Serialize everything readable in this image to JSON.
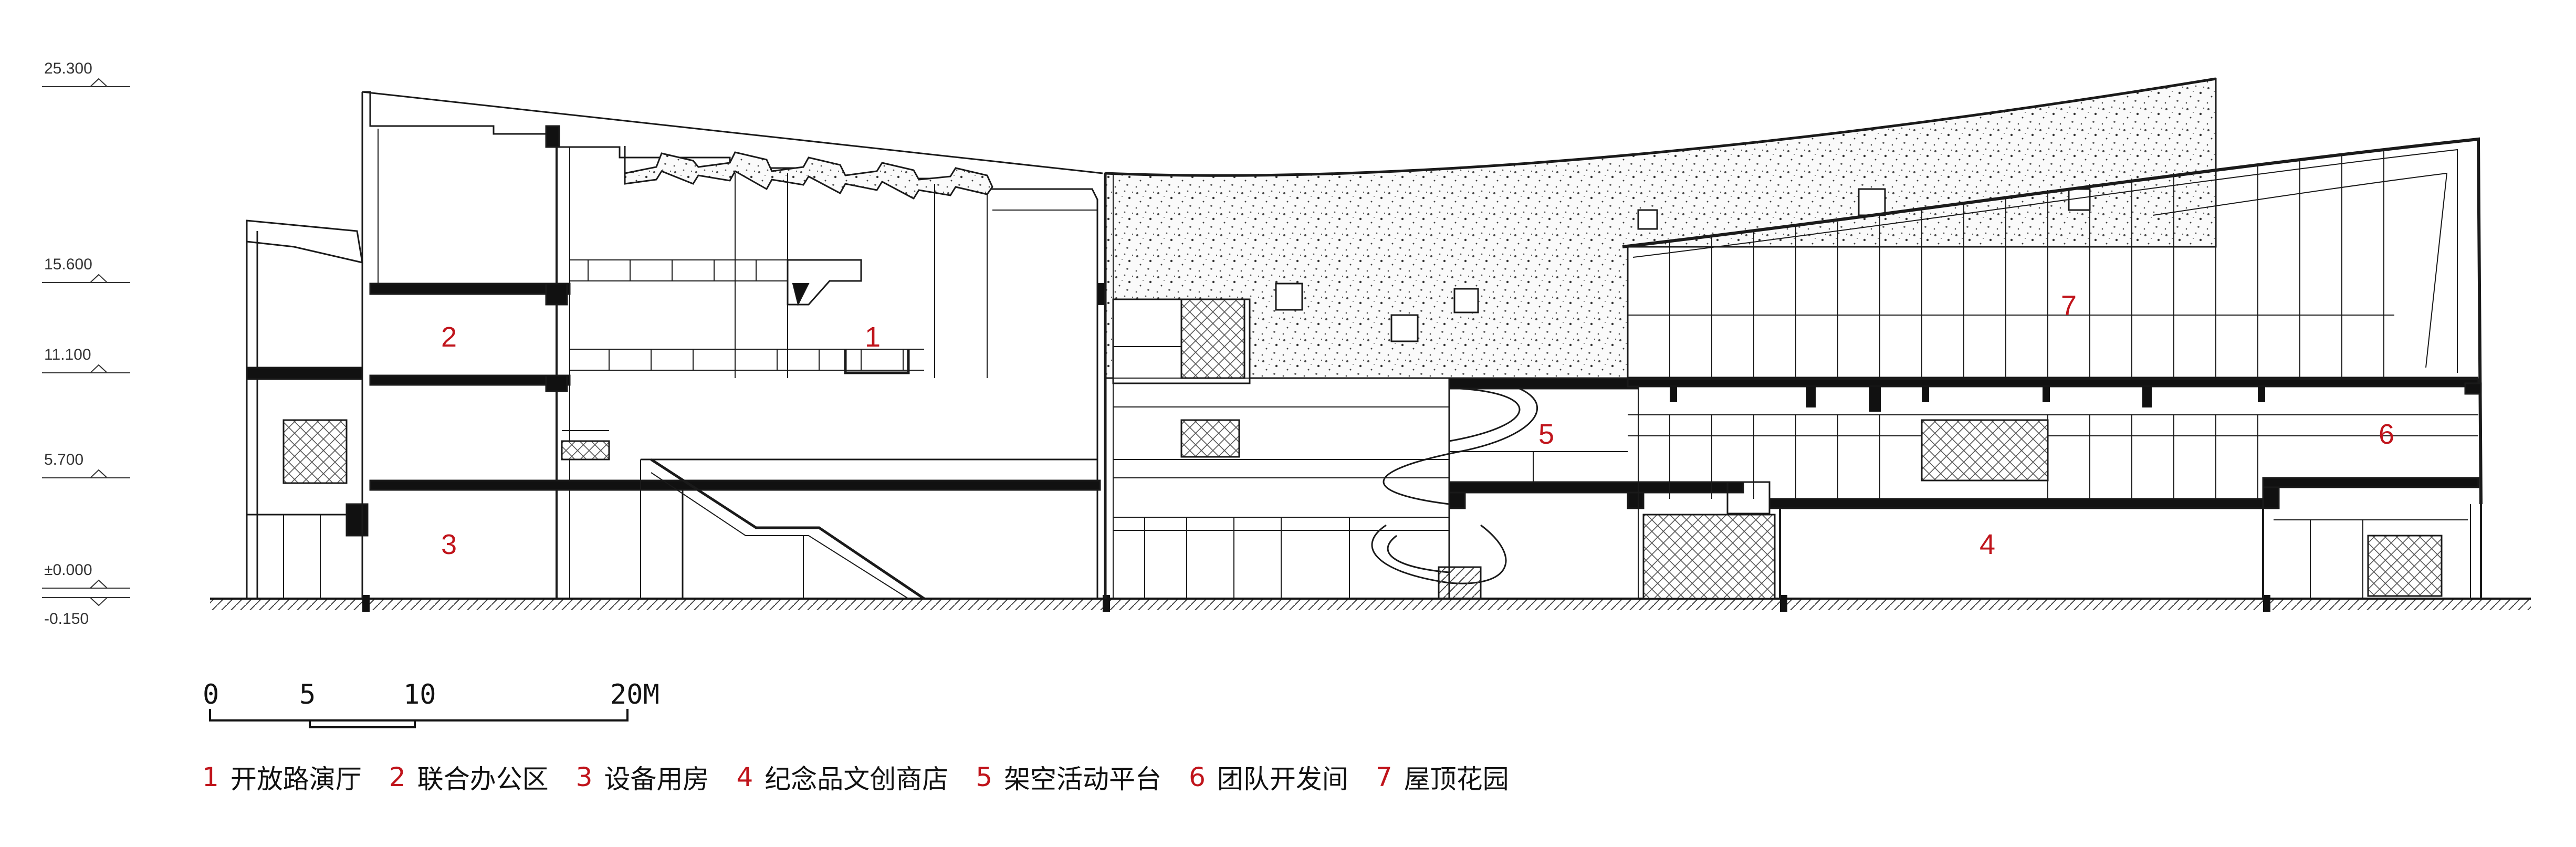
{
  "levels": [
    {
      "label": "25.300"
    },
    {
      "label": "15.600"
    },
    {
      "label": "11.100"
    },
    {
      "label": "5.700"
    },
    {
      "label": "±0.000"
    },
    {
      "label": "-0.150"
    }
  ],
  "scale_bar": {
    "ticks": [
      "0",
      "5",
      "10",
      "20M"
    ]
  },
  "rooms": [
    {
      "num": "1",
      "name": "开放路演厅"
    },
    {
      "num": "2",
      "name": "联合办公区"
    },
    {
      "num": "3",
      "name": "设备用房"
    },
    {
      "num": "4",
      "name": "纪念品文创商店"
    },
    {
      "num": "5",
      "name": "架空活动平台"
    },
    {
      "num": "6",
      "name": "团队开发间"
    },
    {
      "num": "7",
      "name": "屋顶花园"
    }
  ],
  "colors": {
    "accent": "#c0141b",
    "line": "#1a1a1a"
  }
}
